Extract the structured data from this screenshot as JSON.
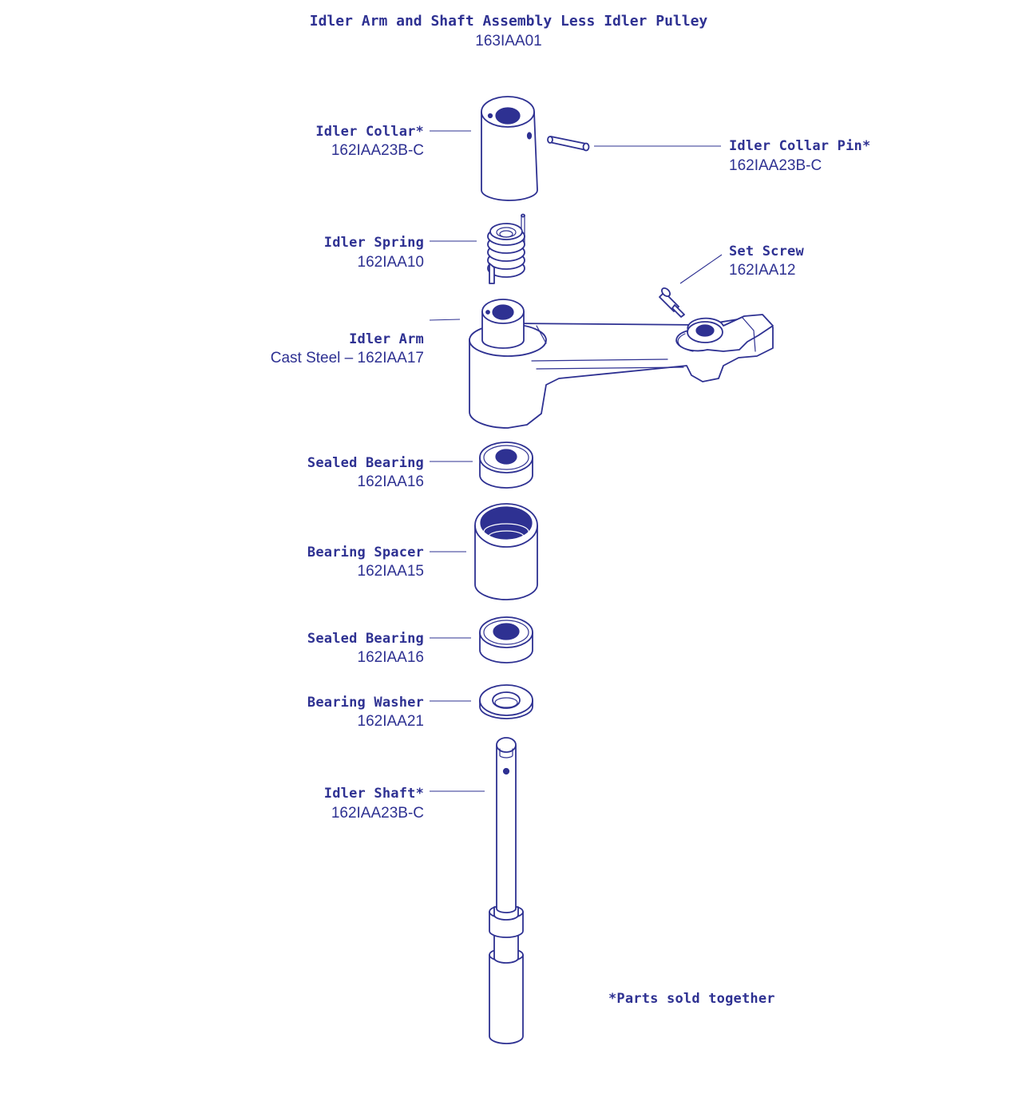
{
  "title": "Idler Arm and Shaft Assembly Less Idler Pulley",
  "assembly_number": "163IAA01",
  "colors": {
    "ink": "#2e3192",
    "background": "#ffffff"
  },
  "parts": {
    "idler_collar": {
      "name": "Idler Collar*",
      "number": "162IAA23B-C"
    },
    "idler_collar_pin": {
      "name": "Idler Collar Pin*",
      "number": "162IAA23B-C"
    },
    "idler_spring": {
      "name": "Idler Spring",
      "number": "162IAA10"
    },
    "set_screw": {
      "name": "Set Screw",
      "number": "162IAA12"
    },
    "idler_arm": {
      "name": "Idler Arm",
      "number": "Cast Steel – 162IAA17"
    },
    "sealed_bearing_top": {
      "name": "Sealed Bearing",
      "number": "162IAA16"
    },
    "bearing_spacer": {
      "name": "Bearing Spacer",
      "number": "162IAA15"
    },
    "sealed_bearing_bottom": {
      "name": "Sealed Bearing",
      "number": "162IAA16"
    },
    "bearing_washer": {
      "name": "Bearing Washer",
      "number": "162IAA21"
    },
    "idler_shaft": {
      "name": "Idler Shaft*",
      "number": "162IAA23B-C"
    }
  },
  "footnote": "*Parts sold together"
}
